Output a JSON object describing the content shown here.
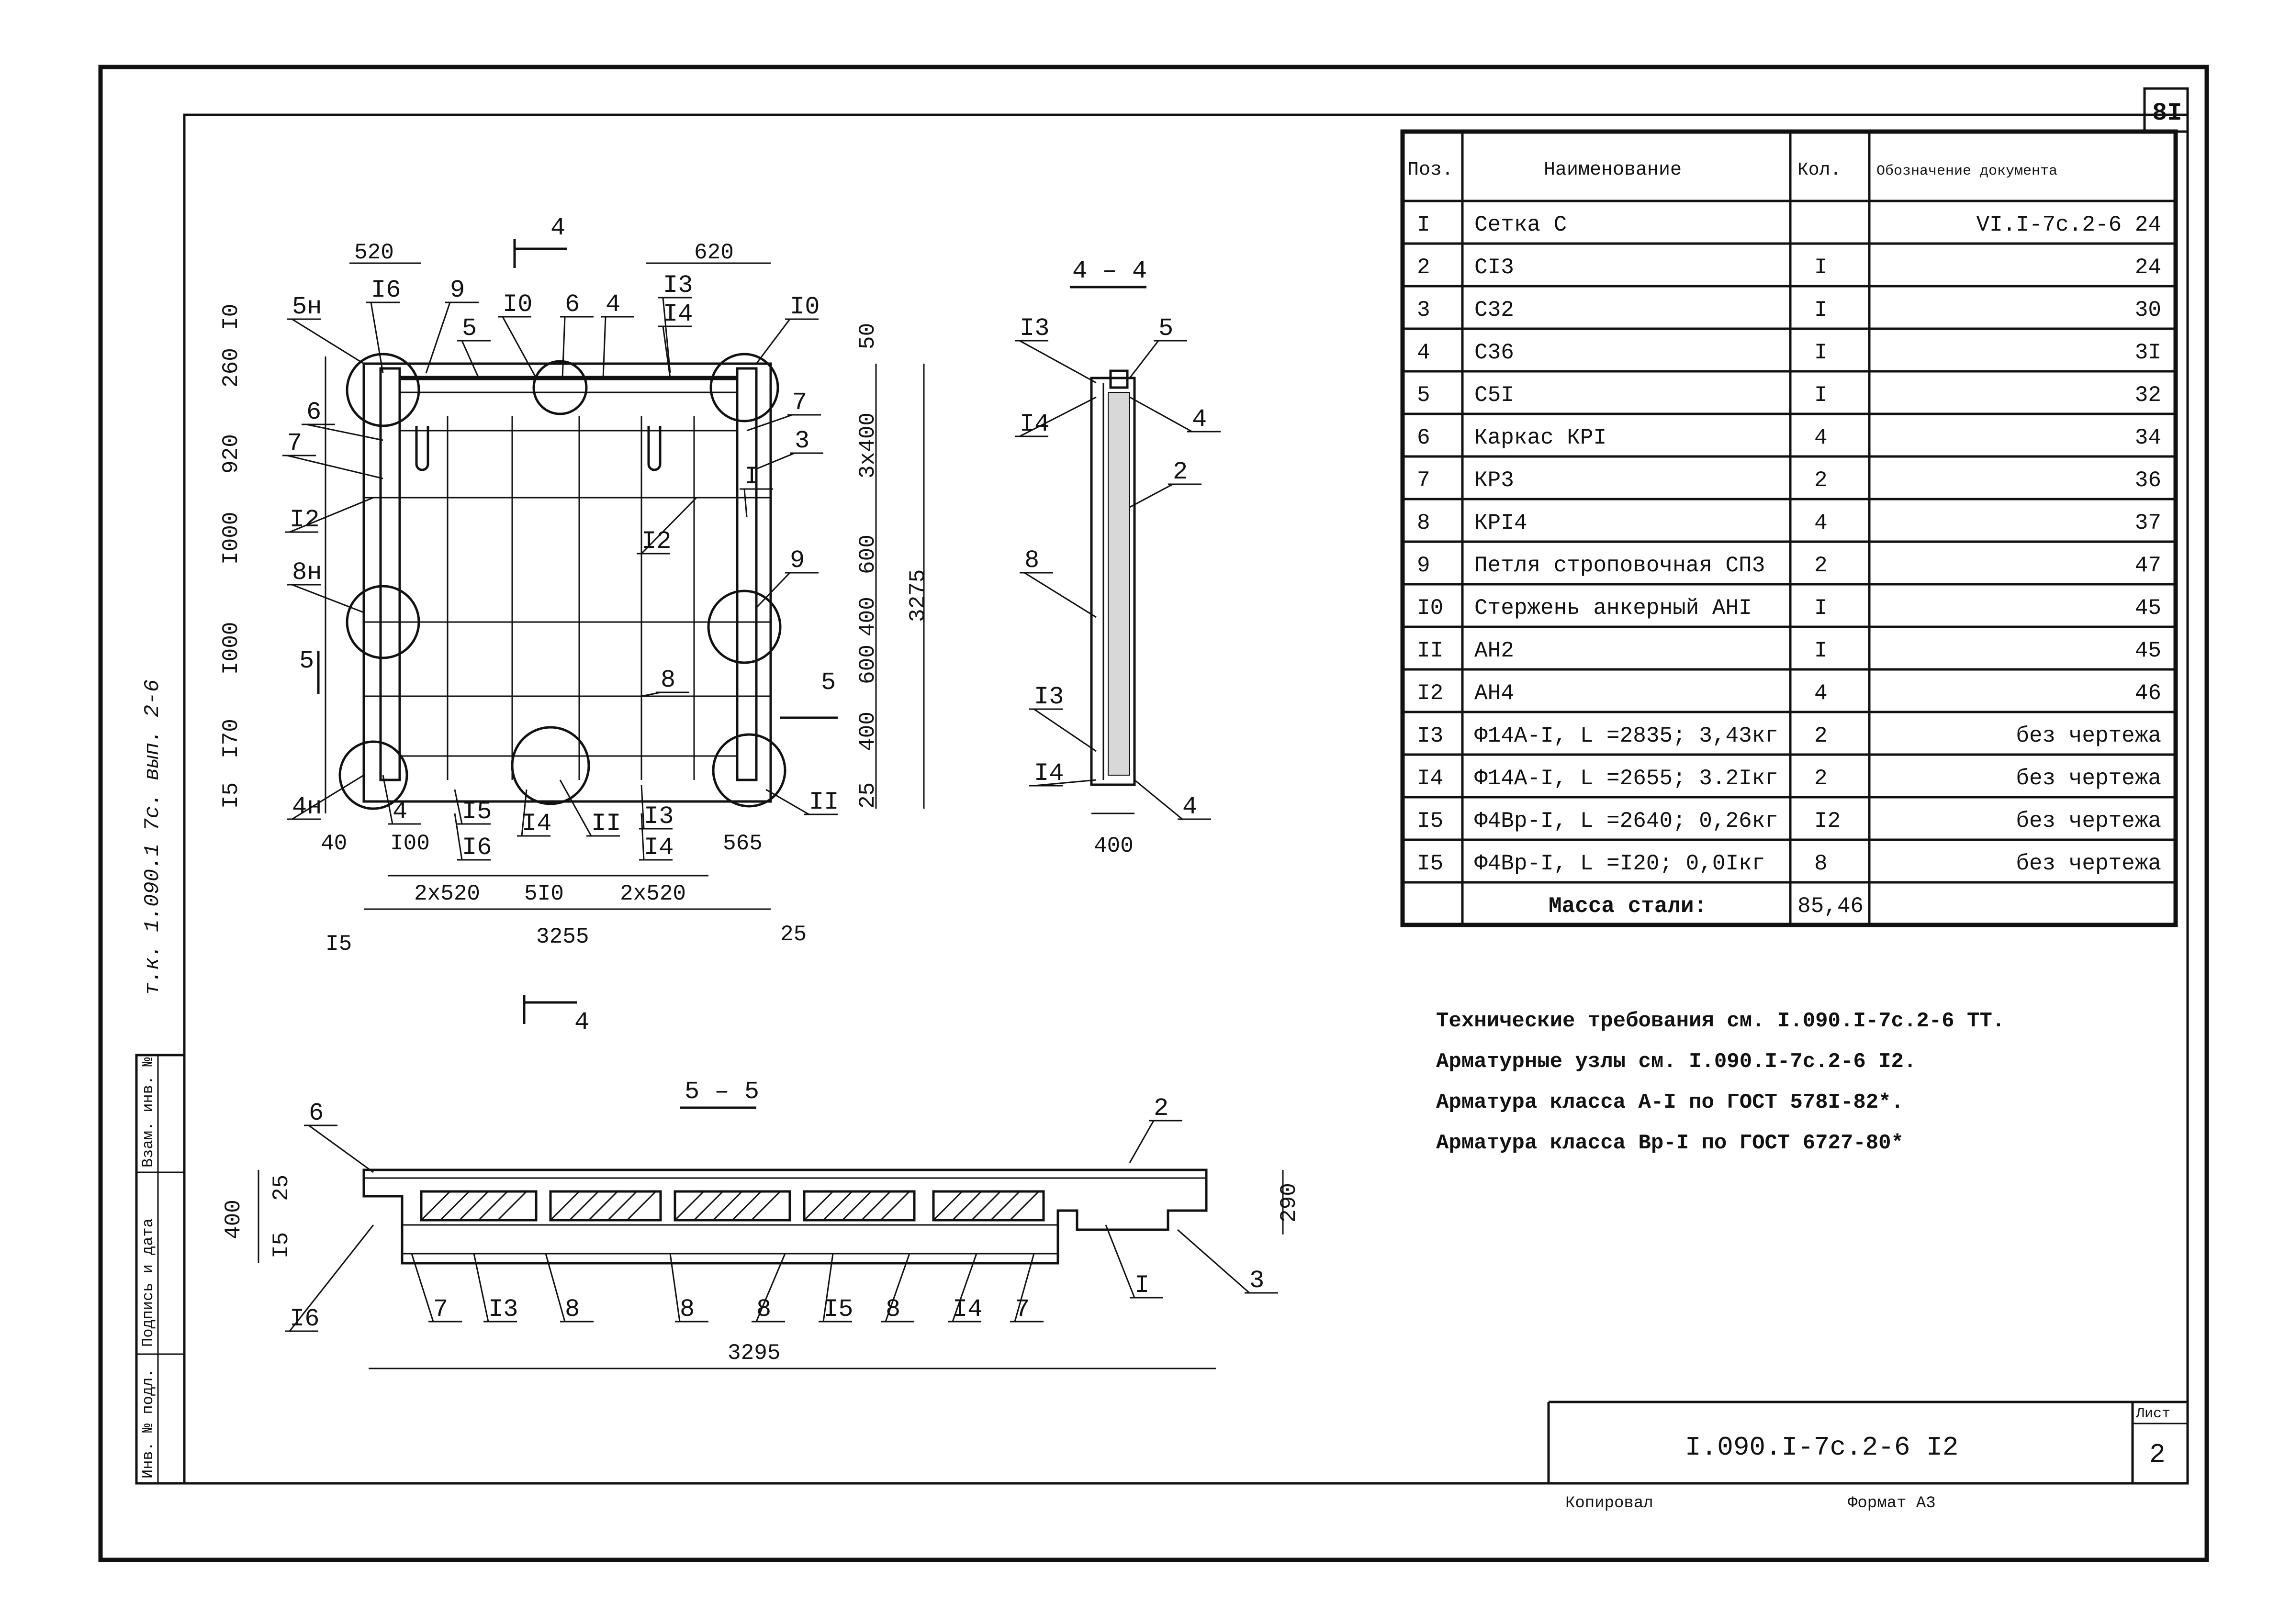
{
  "sheet": {
    "corner_number": "8I",
    "side_stamp": "т.к. 1.090.1 7с. вып. 2-6",
    "stamp_column_labels": [
      "Инв. № подл.",
      "Подпись и дата",
      "Взам. инв. №"
    ],
    "title_block": {
      "code": "I.090.I-7c.2-6 I2",
      "sheet_label": "Лист",
      "sheet_number": "2"
    },
    "footer": {
      "copied": "Копировал",
      "format": "Формат А3"
    }
  },
  "spec_table": {
    "headers": [
      "Поз.",
      "Наименование",
      "Кол.",
      "Обозначение документа"
    ],
    "rows": [
      [
        "I",
        "Сетка С",
        "",
        "VI.I-7с.2-6 24"
      ],
      [
        "2",
        "CI3",
        "I",
        "24"
      ],
      [
        "3",
        "C32",
        "I",
        "30"
      ],
      [
        "4",
        "C36",
        "I",
        "3I"
      ],
      [
        "5",
        "C5I",
        "I",
        "32"
      ],
      [
        "6",
        "Каркас КРI",
        "4",
        "34"
      ],
      [
        "7",
        "КР3",
        "2",
        "36"
      ],
      [
        "8",
        "КРI4",
        "4",
        "37"
      ],
      [
        "9",
        "Петля строповочная СП3",
        "2",
        "47"
      ],
      [
        "I0",
        "Стержень анкерный АНI",
        "I",
        "45"
      ],
      [
        "II",
        "АН2",
        "I",
        "45"
      ],
      [
        "I2",
        "АН4",
        "4",
        "46"
      ],
      [
        "I3",
        "Ф14А-I, L =2835; 3,43кг",
        "2",
        "без чертежа"
      ],
      [
        "I4",
        "Ф14А-I, L =2655; 3.2Iкг",
        "2",
        "без чертежа"
      ],
      [
        "I5",
        "Ф4Вр-I, L =2640; 0,26кг",
        "I2",
        "без чертежа"
      ],
      [
        "I5",
        "Ф4Вр-I, L =I20; 0,0Iкг",
        "8",
        "без чертежа"
      ]
    ],
    "total_label": "Масса стали:",
    "total_value": "85,46"
  },
  "notes": [
    "Технические требования см. I.090.I-7с.2-6 ТТ.",
    "Арматурные узлы см. I.090.I-7с.2-6 I2.",
    "Арматура класса А-I по ГОСТ 578I-82*.",
    "Арматура класса Вр-I по ГОСТ 6727-80*"
  ],
  "plan_view": {
    "top_dims": [
      "520",
      "620"
    ],
    "bottom_dims": [
      "40",
      "I00",
      "2x520",
      "5I0",
      "2x520",
      "565"
    ],
    "overall_dim": "3255",
    "end_offsets": [
      "I5",
      "25"
    ],
    "left_dims": [
      "I0",
      "260",
      "920",
      "I000",
      "I000",
      "I70",
      "I5"
    ],
    "right_dims": [
      "50",
      "3x400",
      "600",
      "400",
      "600",
      "400",
      "25"
    ],
    "overall_height": "3275",
    "section_marks": [
      "4",
      "5"
    ],
    "leaders": [
      "5н",
      "I6",
      "9",
      "5",
      "I0",
      "6",
      "4",
      "I3",
      "I4",
      "I0",
      "6",
      "7",
      "7",
      "3",
      "I",
      "I2",
      "I2",
      "8н",
      "9",
      "8",
      "4н",
      "4",
      "I5",
      "I6",
      "I4",
      "II",
      "I3",
      "I4",
      "II"
    ]
  },
  "section_4_4": {
    "title": "4 – 4",
    "width_dim": "400",
    "leaders": [
      "I3",
      "5",
      "I4",
      "4",
      "2",
      "8",
      "I3",
      "I4",
      "4"
    ]
  },
  "section_5_5": {
    "title": "5 – 5",
    "length_dim": "3295",
    "left_dims": [
      "400",
      "25",
      "I5"
    ],
    "right_dim": "290",
    "leaders": [
      "6",
      "2",
      "I6",
      "7",
      "I3",
      "8",
      "8",
      "8",
      "I5",
      "8",
      "I4",
      "7",
      "I",
      "3"
    ]
  }
}
